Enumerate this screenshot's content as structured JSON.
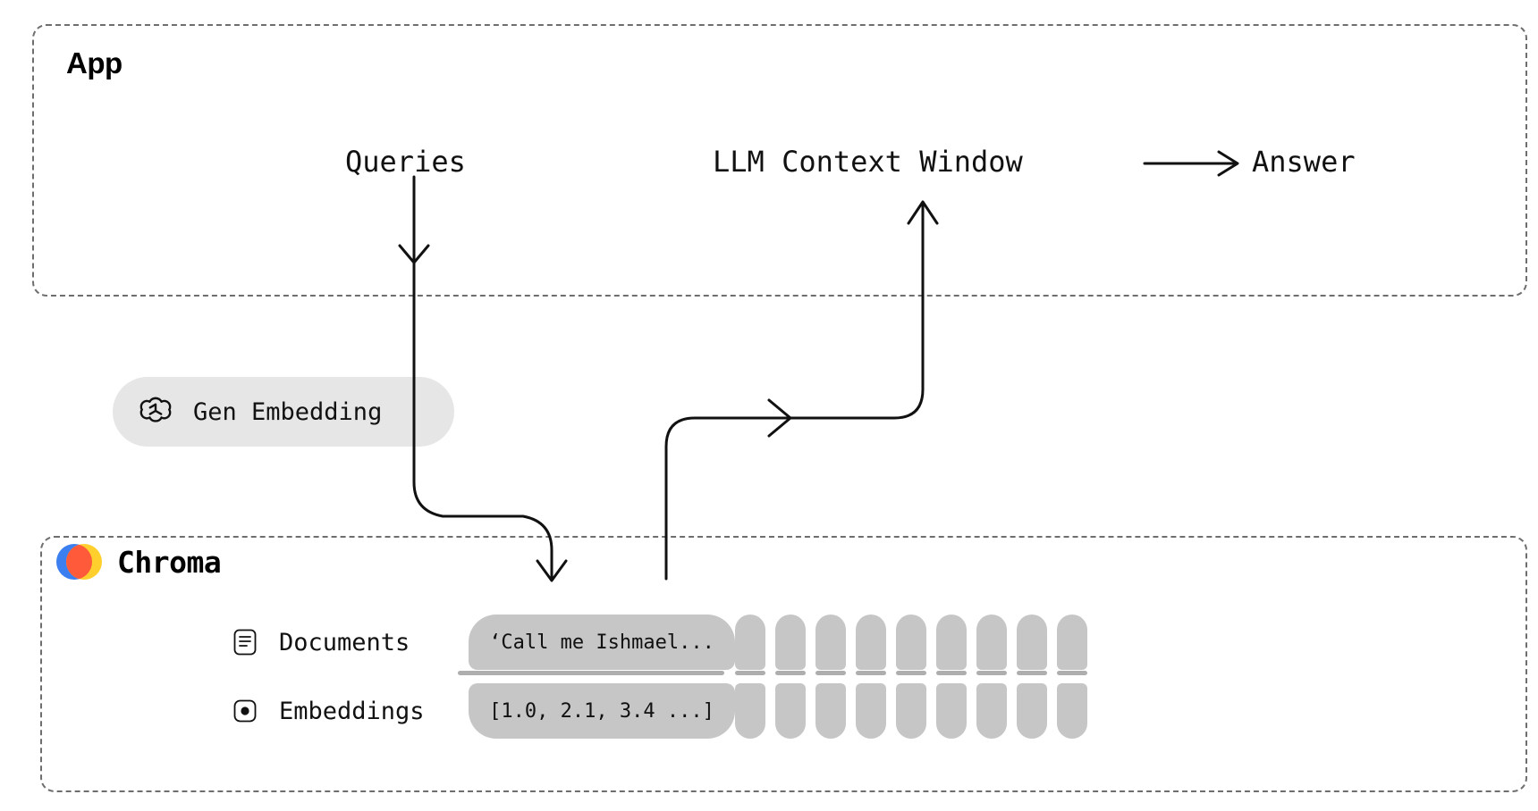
{
  "diagram": {
    "title": "Chroma RAG flow",
    "type": "flow-diagram",
    "background": "#ffffff"
  },
  "app": {
    "title": "App",
    "labels": {
      "queries": "Queries",
      "llm_context_window": "LLM Context Window",
      "arrow_glyph": "⟶",
      "answer": "Answer"
    }
  },
  "gen_embedding": {
    "label": "Gen Embedding",
    "icon": "openai-logo-icon",
    "pill_color": "#e6e6e6"
  },
  "chroma": {
    "brand": "Chroma",
    "logo": {
      "icon": "chroma-logo-icon",
      "colors": {
        "blue": "#3c7ff0",
        "orange": "#ff5b3a",
        "yellow": "#ffd02d"
      }
    },
    "rows": [
      {
        "icon": "document-icon",
        "label": "Documents",
        "value": "‘Call me Ishmael..."
      },
      {
        "icon": "vector-dot-icon",
        "label": "Embeddings",
        "value": "[1.0, 2.1, 3.4 ...]"
      }
    ],
    "record_columns": {
      "count": 9,
      "fill_color": "#c6c6c6",
      "divider_color": "#aeaeae"
    }
  },
  "connectors": [
    {
      "name": "queries-down-arrow",
      "from": "Queries",
      "to": "down",
      "style": "solid-arrow"
    },
    {
      "name": "queries-to-chroma",
      "from": "Queries",
      "to": "Chroma documents",
      "style": "solid-s-curve-arrow"
    },
    {
      "name": "chroma-to-llm-context",
      "from": "Chroma",
      "to": "LLM Context Window",
      "style": "solid-elbow-arrow"
    },
    {
      "name": "context-to-answer",
      "from": "LLM Context Window",
      "to": "Answer",
      "style": "solid-straight-arrow"
    }
  ],
  "colors": {
    "stroke": "#111111",
    "dashed_border": "#6e6e6e",
    "pill_gray": "#c6c6c6",
    "pill_light_gray": "#e6e6e6"
  }
}
